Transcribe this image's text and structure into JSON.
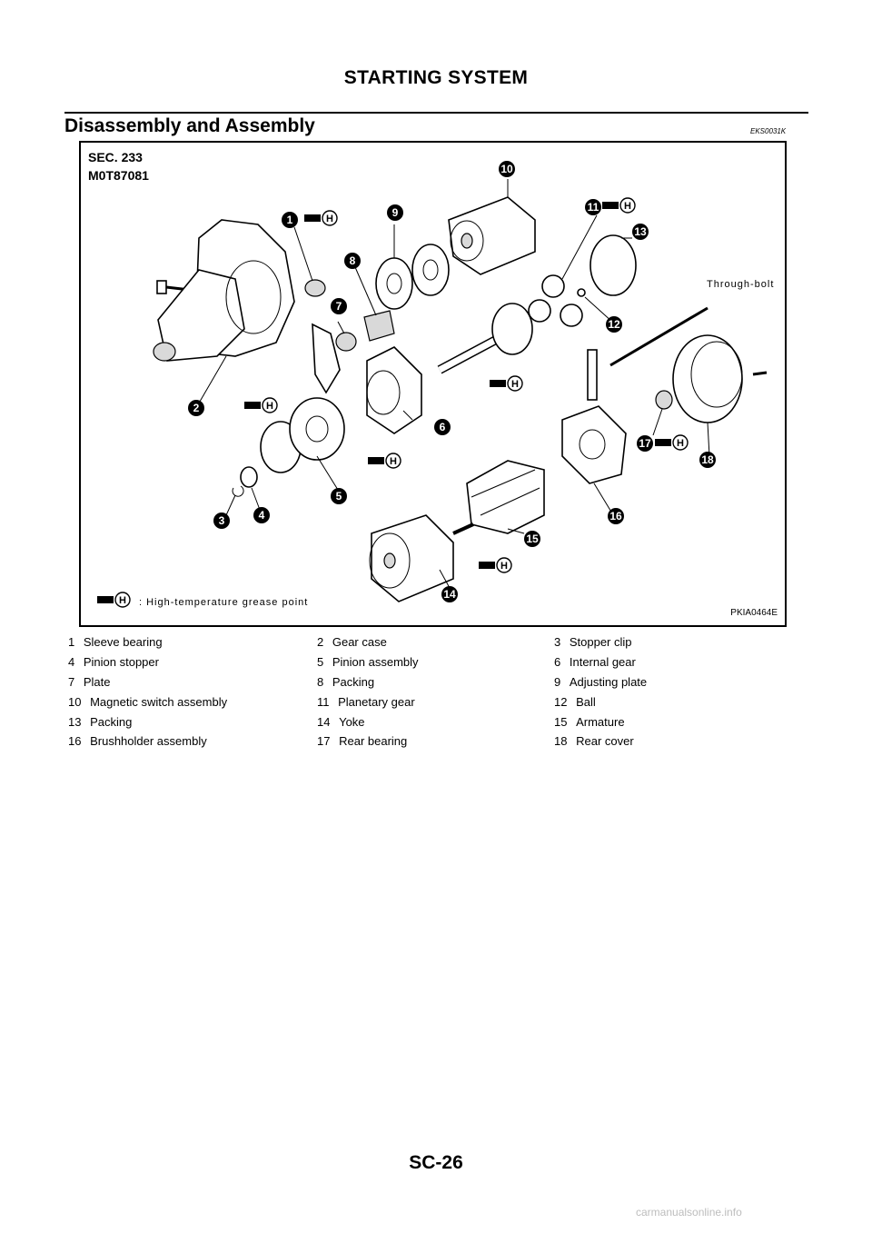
{
  "header": {
    "title": "STARTING SYSTEM"
  },
  "section": {
    "title": "Disassembly and Assembly",
    "code": "EKS0031K"
  },
  "figure": {
    "sec_line1": "SEC. 233",
    "sec_line2": "M0T87081",
    "code": "PKIA0464E",
    "through_bolt_label": "Through-bolt",
    "legend_text": ": High-temperature grease point",
    "callouts": [
      "1",
      "2",
      "3",
      "4",
      "5",
      "6",
      "7",
      "8",
      "9",
      "10",
      "11",
      "12",
      "13",
      "14",
      "15",
      "16",
      "17",
      "18"
    ],
    "grease_symbol_letter": "H"
  },
  "parts": [
    [
      {
        "num": "1",
        "name": "Sleeve bearing"
      },
      {
        "num": "2",
        "name": "Gear case"
      },
      {
        "num": "3",
        "name": "Stopper clip"
      }
    ],
    [
      {
        "num": "4",
        "name": "Pinion stopper"
      },
      {
        "num": "5",
        "name": "Pinion assembly"
      },
      {
        "num": "6",
        "name": "Internal gear"
      }
    ],
    [
      {
        "num": "7",
        "name": "Plate"
      },
      {
        "num": "8",
        "name": "Packing"
      },
      {
        "num": "9",
        "name": "Adjusting plate"
      }
    ],
    [
      {
        "num": "10",
        "name": "Magnetic switch assembly"
      },
      {
        "num": "11",
        "name": "Planetary gear"
      },
      {
        "num": "12",
        "name": "Ball"
      }
    ],
    [
      {
        "num": "13",
        "name": "Packing"
      },
      {
        "num": "14",
        "name": "Yoke"
      },
      {
        "num": "15",
        "name": "Armature"
      }
    ],
    [
      {
        "num": "16",
        "name": "Brushholder assembly"
      },
      {
        "num": "17",
        "name": "Rear bearing"
      },
      {
        "num": "18",
        "name": "Rear cover"
      }
    ]
  ],
  "footer": {
    "page_number": "SC-26",
    "watermark": "carmanualsonline.info"
  }
}
